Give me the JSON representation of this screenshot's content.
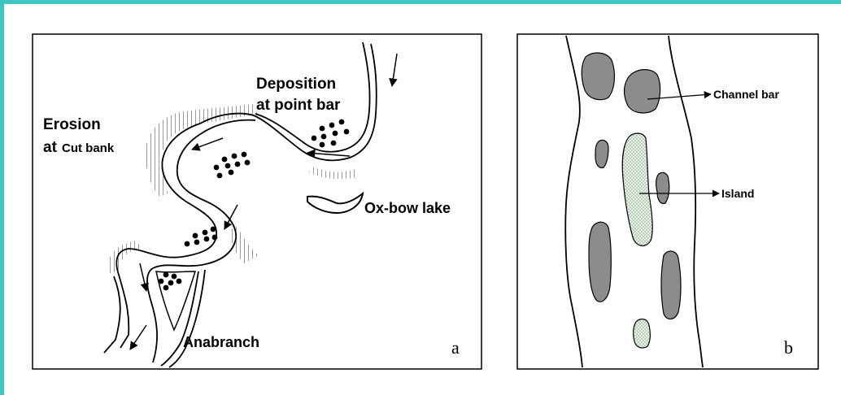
{
  "panel_a": {
    "letter": "a",
    "deposition_line1": "Deposition",
    "deposition_line2": "at point bar",
    "erosion_line1": "Erosion",
    "erosion_at": "at",
    "erosion_cutbank": "Cut bank",
    "oxbow": "Ox-bow lake",
    "anabranch": "Anabranch"
  },
  "panel_b": {
    "letter": "b",
    "channel_bar": "Channel bar",
    "island": "Island"
  },
  "colors": {
    "border": "#3cc6c4",
    "bar_fill": "#8c8c8c",
    "island_fill": "#d9e8d9"
  }
}
